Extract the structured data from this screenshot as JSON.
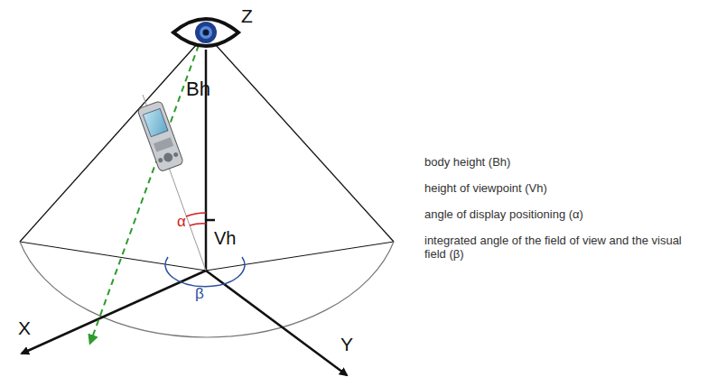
{
  "diagram": {
    "labels": [
      "Z",
      "Bh",
      "Vh",
      "α",
      "β",
      "X",
      "Y",
      "body height (Bh)",
      "height of viewpoint (Vh)",
      "angle of display positioning (α)",
      "integrated angle of the field of view and the visual field (β)"
    ]
  }
}
